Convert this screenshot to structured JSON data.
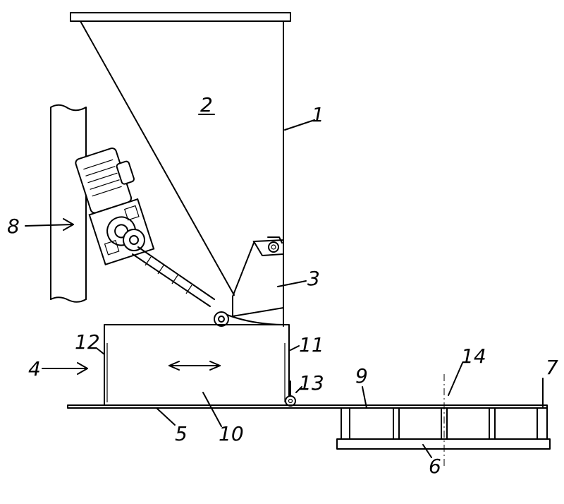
{
  "labels": {
    "hopper": "1",
    "hopper_space": "2",
    "chute": "3",
    "slide_arrow": "4",
    "base_plate": "5",
    "pallet": "6",
    "container_end": "7",
    "motor_arrow": "8",
    "container": "9",
    "slide_box": "10",
    "side_right": "11",
    "side_left": "12",
    "hinge": "13",
    "center_mark": "14"
  }
}
